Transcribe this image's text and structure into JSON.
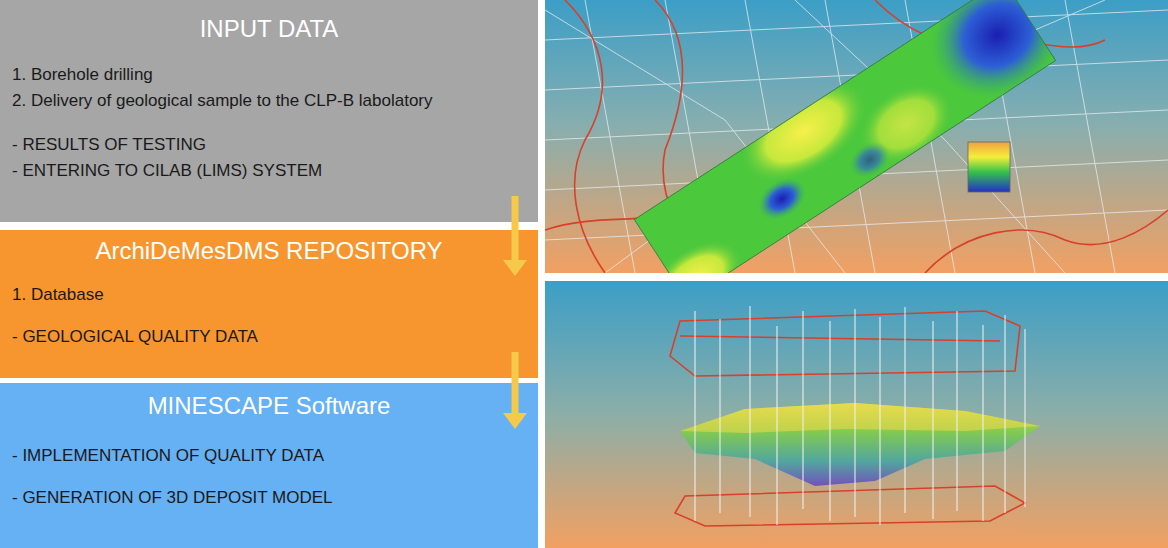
{
  "diagram": {
    "nodes": [
      {
        "text": [
          "INPUT DATA",
          "1. Borehole drilling",
          "2. Delivery of geological sample to the CLP-B labolatory",
          "- RESULTS OF TESTING",
          "- ENTERING TO CILAB (LIMS) SYSTEM"
        ]
      },
      {
        "text": [
          "ArchiDeMesDMS REPOSITORY",
          "1. Database",
          "- GEOLOGICAL QUALITY DATA"
        ]
      },
      {
        "text": [
          "MINESCAPE Software",
          "- IMPLEMENTATION OF QUALITY DATA",
          "- GENERATION OF 3D DEPOSIT MODEL"
        ]
      }
    ],
    "edges": [
      {
        "from": 0,
        "to": 1,
        "arrow": "to"
      },
      {
        "from": 1,
        "to": 2,
        "arrow": "to"
      }
    ]
  }
}
